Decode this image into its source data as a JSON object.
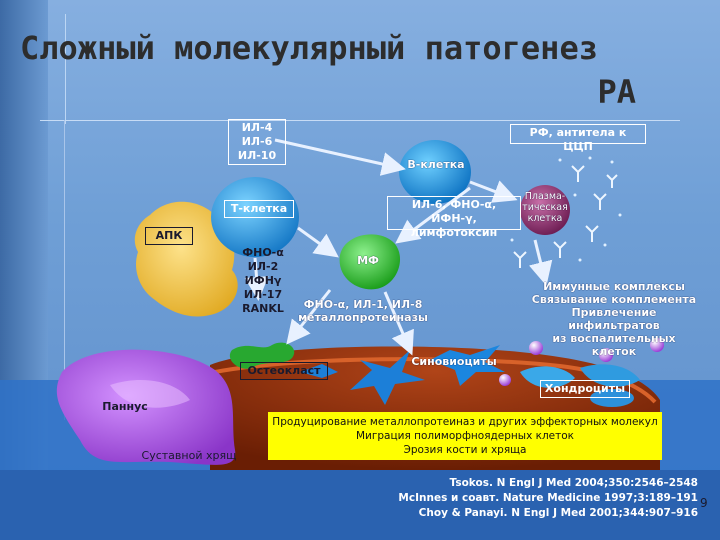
{
  "title": {
    "line1": "Сложный молекулярный патогенез",
    "line2": "РА"
  },
  "labels": {
    "il_box": [
      "ИЛ-4",
      "ИЛ-6",
      "ИЛ-10"
    ],
    "rf_box": "РФ, антитела к ЦЦП",
    "b_cell": "В-клетка",
    "t_cell": "Т-клетка",
    "apk": "АПК",
    "il6_box": [
      "ИЛ-6, ФНО-α,",
      "ИФН-γ, лимфотоксин"
    ],
    "plasma": [
      "Плазма-",
      "тическая",
      "клетка"
    ],
    "tnf_list": [
      "ФНО-α",
      "ИЛ-2",
      "ИФНγ",
      "ИЛ-17",
      "RANKL"
    ],
    "mf": "МФ",
    "mf_products": [
      "ФНО-α, ИЛ-1, ИЛ-8",
      "металлопротеиназы"
    ],
    "immune": [
      "Иммунные комплексы",
      "Связывание комплемента",
      "Привлечение инфильтратов",
      "из воспалительных клеток"
    ],
    "osteoclast": "Остеокласт",
    "synovio": "Синовиоциты",
    "chondro": "Хондроциты",
    "pannus": "Паннус",
    "cartilage": "Суставной хрящ",
    "effects": [
      "Продуцирование металлопротеиназ и других эффекторных молекул",
      "Миграция полиморфноядерных клеток",
      "Эрозия кости и хряща"
    ]
  },
  "references": [
    "Tsokos. N Engl J Med 2004;350:2546–2548",
    "McInnes и соавт. Nature Medicine 1997;3:189–191",
    "Choy & Panayi. N Engl J Med 2001;344:907–916"
  ],
  "page_number": "9",
  "colors": {
    "b_cell": "#1a90d8",
    "t_cell": "#1f8fd8",
    "apk": "#f2c445",
    "mf": "#26c026",
    "plasma": "#8a2a6a",
    "bone": "#8a2a08",
    "effects_bg": "#ffff00"
  }
}
